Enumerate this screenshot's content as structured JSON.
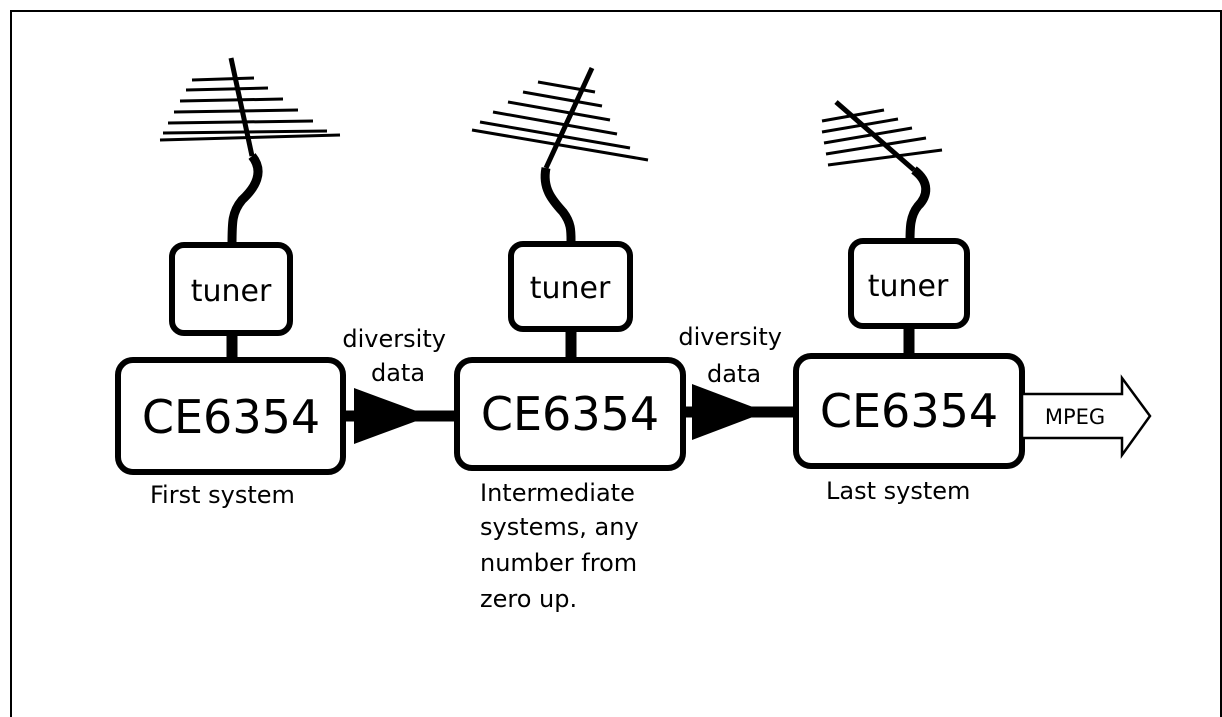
{
  "systems": [
    {
      "tuner_label": "tuner",
      "chip_label": "CE6354",
      "caption": [
        "First system"
      ]
    },
    {
      "tuner_label": "tuner",
      "chip_label": "CE6354",
      "caption": [
        "Intermediate",
        "systems, any",
        "number from",
        "zero up."
      ]
    },
    {
      "tuner_label": "tuner",
      "chip_label": "CE6354",
      "caption": [
        "Last system"
      ]
    }
  ],
  "links": [
    {
      "label": [
        "diversity",
        "data"
      ]
    },
    {
      "label": [
        "diversity",
        "data"
      ]
    }
  ],
  "output": {
    "label": "MPEG"
  }
}
